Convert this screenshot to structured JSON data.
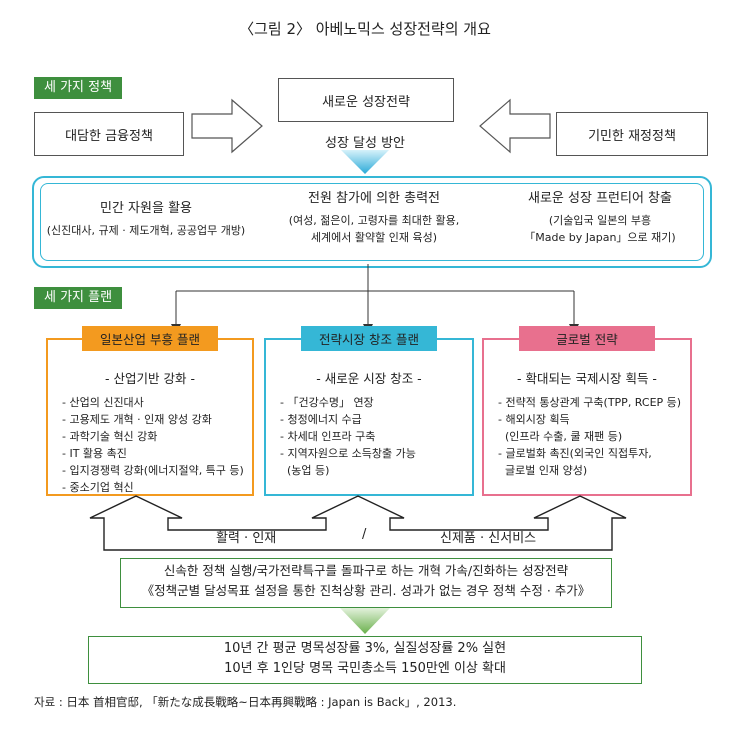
{
  "title": "〈그림 2〉 아베노믹스 성장전략의 개요",
  "three_policies": {
    "tag": "세 가지 정책",
    "left": "대담한 금융정책",
    "center": "새로운 성장전략",
    "right": "기민한 재정정책",
    "method": "성장 달성 방안"
  },
  "approaches": [
    {
      "main": "민간 자원을 활용",
      "sub": [
        "(신진대사, 규제 · 제도개혁, 공공업무 개방)"
      ]
    },
    {
      "main": "전원 참가에 의한 총력전",
      "sub": [
        "(여성, 젊은이, 고령자를 최대한 활용,",
        "세계에서 활약할 인재 육성)"
      ]
    },
    {
      "main": "새로운 성장 프런티어 창출",
      "sub": [
        "(기술입국 일본의 부흥",
        "「Made by Japan」으로 재기)"
      ]
    }
  ],
  "three_plans_tag": "세 가지 플랜",
  "plans": [
    {
      "title": "일본산업 부흥 플랜",
      "color": "#f39a1f",
      "subtitle": "- 산업기반 강화 -",
      "items": [
        "- 산업의 신진대사",
        "- 고용제도 개혁 · 인재 양성 강화",
        "- 과학기술 혁신 강화",
        "- IT 활용 촉진",
        "- 입지경쟁력 강화(에너지절약, 특구 등)",
        "- 중소기업 혁신"
      ]
    },
    {
      "title": "전략시장 창조 플랜",
      "color": "#35b7d6",
      "subtitle": "- 새로운 시장 창조 -",
      "items": [
        "- 「건강수명」 연장",
        "- 청정에너지 수급",
        "- 차세대 인프라 구축",
        "- 지역자원으로 소득창출 가능",
        "  (농업 등)"
      ]
    },
    {
      "title": "글로벌 전략",
      "color": "#e8708e",
      "subtitle": "- 확대되는 국제시장 획득 -",
      "items": [
        "- 전략적 통상관계 구축(TPP, RCEP 등)",
        "- 해외시장 획득",
        "  (인프라 수출, 쿨 재팬 등)",
        "- 글로벌화 촉진(외국인 직접투자,",
        "  글로벌 인재 양성)"
      ]
    }
  ],
  "feedback": {
    "left": "활력 · 인재",
    "slash": "/",
    "right": "신제품 · 신서비스"
  },
  "reform": [
    "신속한 정책 실행/국가전략특구를 돌파구로 하는 개혁 가속/진화하는 성장전략",
    "《정책군별 달성목표 설정을 통한 진척상황 관리. 성과가 없는 경우 정책 수정 · 추가》"
  ],
  "goals": [
    "10년 간 평균 명목성장률 3%, 실질성장률 2% 실현",
    "10년 후 1인당 명목 국민총소득 150만엔 이상 확대"
  ],
  "source": "자료 : 日本 首相官邸, 「新たな成長戰略~日本再興戰略 : Japan is Back」, 2013."
}
